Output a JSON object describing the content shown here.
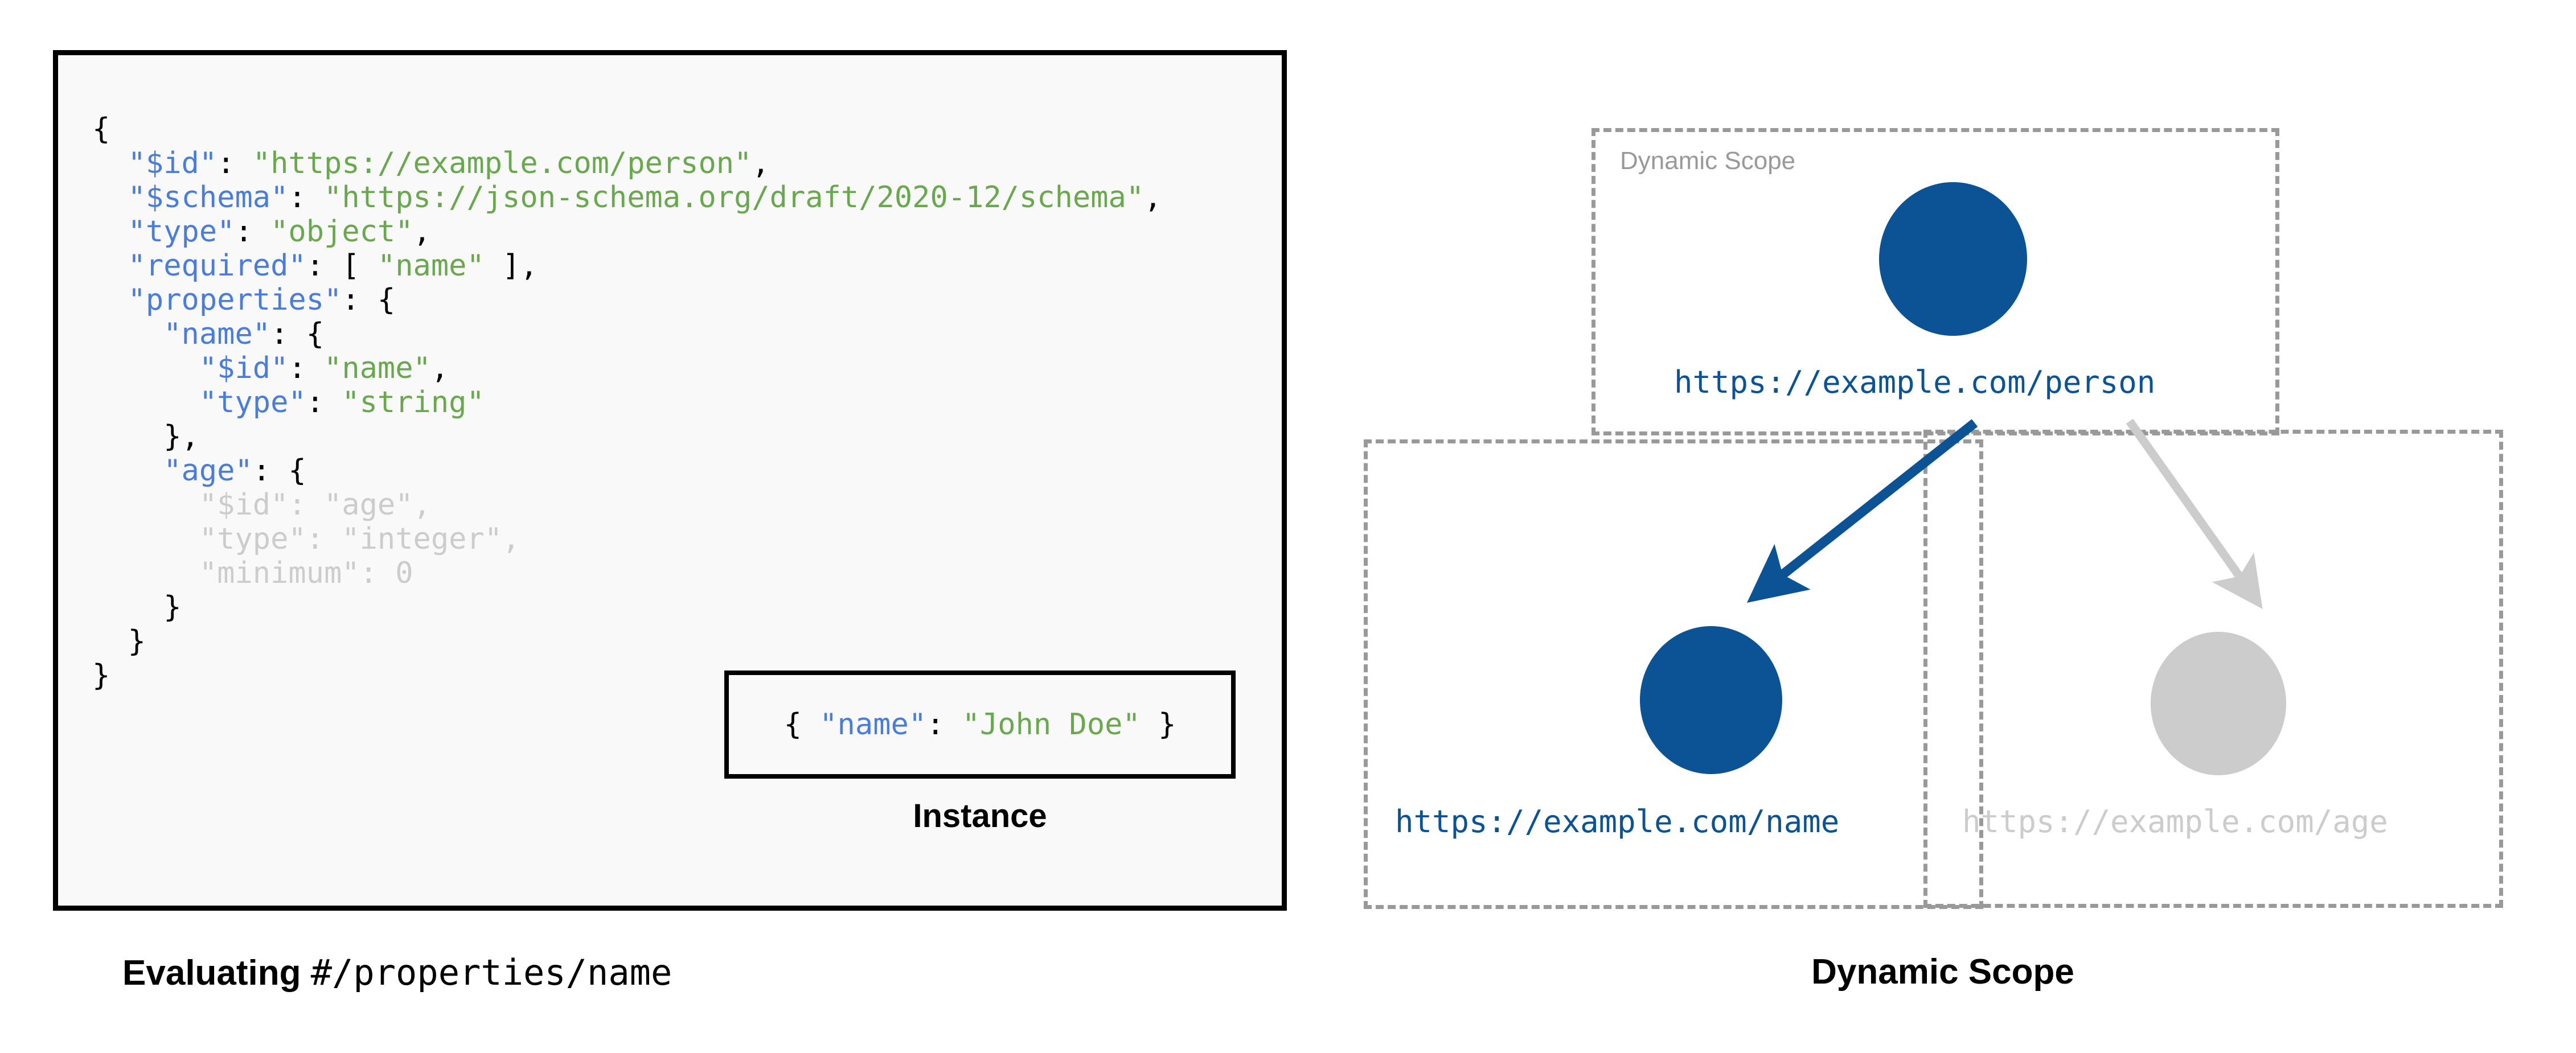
{
  "left": {
    "code_lines": [
      [
        {
          "t": "{",
          "c": "p"
        }
      ],
      [
        {
          "t": "  ",
          "c": "p"
        },
        {
          "t": "\"$id\"",
          "c": "k"
        },
        {
          "t": ": ",
          "c": "p"
        },
        {
          "t": "\"https://example.com/person\"",
          "c": "s"
        },
        {
          "t": ",",
          "c": "p"
        }
      ],
      [
        {
          "t": "  ",
          "c": "p"
        },
        {
          "t": "\"$schema\"",
          "c": "k"
        },
        {
          "t": ": ",
          "c": "p"
        },
        {
          "t": "\"https://json-schema.org/draft/2020-12/schema\"",
          "c": "s"
        },
        {
          "t": ",",
          "c": "p"
        }
      ],
      [
        {
          "t": "  ",
          "c": "p"
        },
        {
          "t": "\"type\"",
          "c": "k"
        },
        {
          "t": ": ",
          "c": "p"
        },
        {
          "t": "\"object\"",
          "c": "s"
        },
        {
          "t": ",",
          "c": "p"
        }
      ],
      [
        {
          "t": "  ",
          "c": "p"
        },
        {
          "t": "\"required\"",
          "c": "k"
        },
        {
          "t": ": [ ",
          "c": "p"
        },
        {
          "t": "\"name\"",
          "c": "s"
        },
        {
          "t": " ],",
          "c": "p"
        }
      ],
      [
        {
          "t": "  ",
          "c": "p"
        },
        {
          "t": "\"properties\"",
          "c": "k"
        },
        {
          "t": ": {",
          "c": "p"
        }
      ],
      [
        {
          "t": "    ",
          "c": "p"
        },
        {
          "t": "\"name\"",
          "c": "k"
        },
        {
          "t": ": {",
          "c": "p"
        }
      ],
      [
        {
          "t": "      ",
          "c": "p"
        },
        {
          "t": "\"$id\"",
          "c": "k"
        },
        {
          "t": ": ",
          "c": "p"
        },
        {
          "t": "\"name\"",
          "c": "s"
        },
        {
          "t": ",",
          "c": "p"
        }
      ],
      [
        {
          "t": "      ",
          "c": "p"
        },
        {
          "t": "\"type\"",
          "c": "k"
        },
        {
          "t": ": ",
          "c": "p"
        },
        {
          "t": "\"string\"",
          "c": "s"
        }
      ],
      [
        {
          "t": "    },",
          "c": "p"
        }
      ],
      [
        {
          "t": "    ",
          "c": "p"
        },
        {
          "t": "\"age\"",
          "c": "k"
        },
        {
          "t": ": {",
          "c": "p"
        }
      ],
      [
        {
          "t": "      ",
          "c": "p"
        },
        {
          "t": "\"$id\": \"age\",",
          "c": "dim"
        }
      ],
      [
        {
          "t": "      ",
          "c": "p"
        },
        {
          "t": "\"type\": \"integer\",",
          "c": "dim"
        }
      ],
      [
        {
          "t": "      ",
          "c": "p"
        },
        {
          "t": "\"minimum\": 0",
          "c": "dim"
        }
      ],
      [
        {
          "t": "    }",
          "c": "p"
        }
      ],
      [
        {
          "t": "  }",
          "c": "p"
        }
      ],
      [
        {
          "t": "}",
          "c": "p"
        }
      ]
    ],
    "instance": {
      "code_parts": [
        {
          "t": "{ ",
          "c": "p"
        },
        {
          "t": "\"name\"",
          "c": "k"
        },
        {
          "t": ": ",
          "c": "p"
        },
        {
          "t": "\"John Doe\"",
          "c": "s"
        },
        {
          "t": " }",
          "c": "p"
        }
      ],
      "label": "Instance"
    },
    "caption": {
      "bold_part": "Evaluating ",
      "mono_part": "#/properties/name"
    }
  },
  "right": {
    "scope_label": "Dynamic Scope",
    "nodes": [
      {
        "id": "person",
        "label": "https://example.com/person",
        "state": "active"
      },
      {
        "id": "name",
        "label": "https://example.com/name",
        "state": "active"
      },
      {
        "id": "age",
        "label": "https://example.com/age",
        "state": "inactive"
      }
    ],
    "caption": "Dynamic Scope"
  },
  "colors": {
    "accent_blue": "#0b5394",
    "key_blue": "#4a7ddb",
    "string_green": "#6aa84f",
    "dim_grey": "#cccccc",
    "dash_grey": "#999999",
    "code_bg": "#f9f9f9"
  }
}
